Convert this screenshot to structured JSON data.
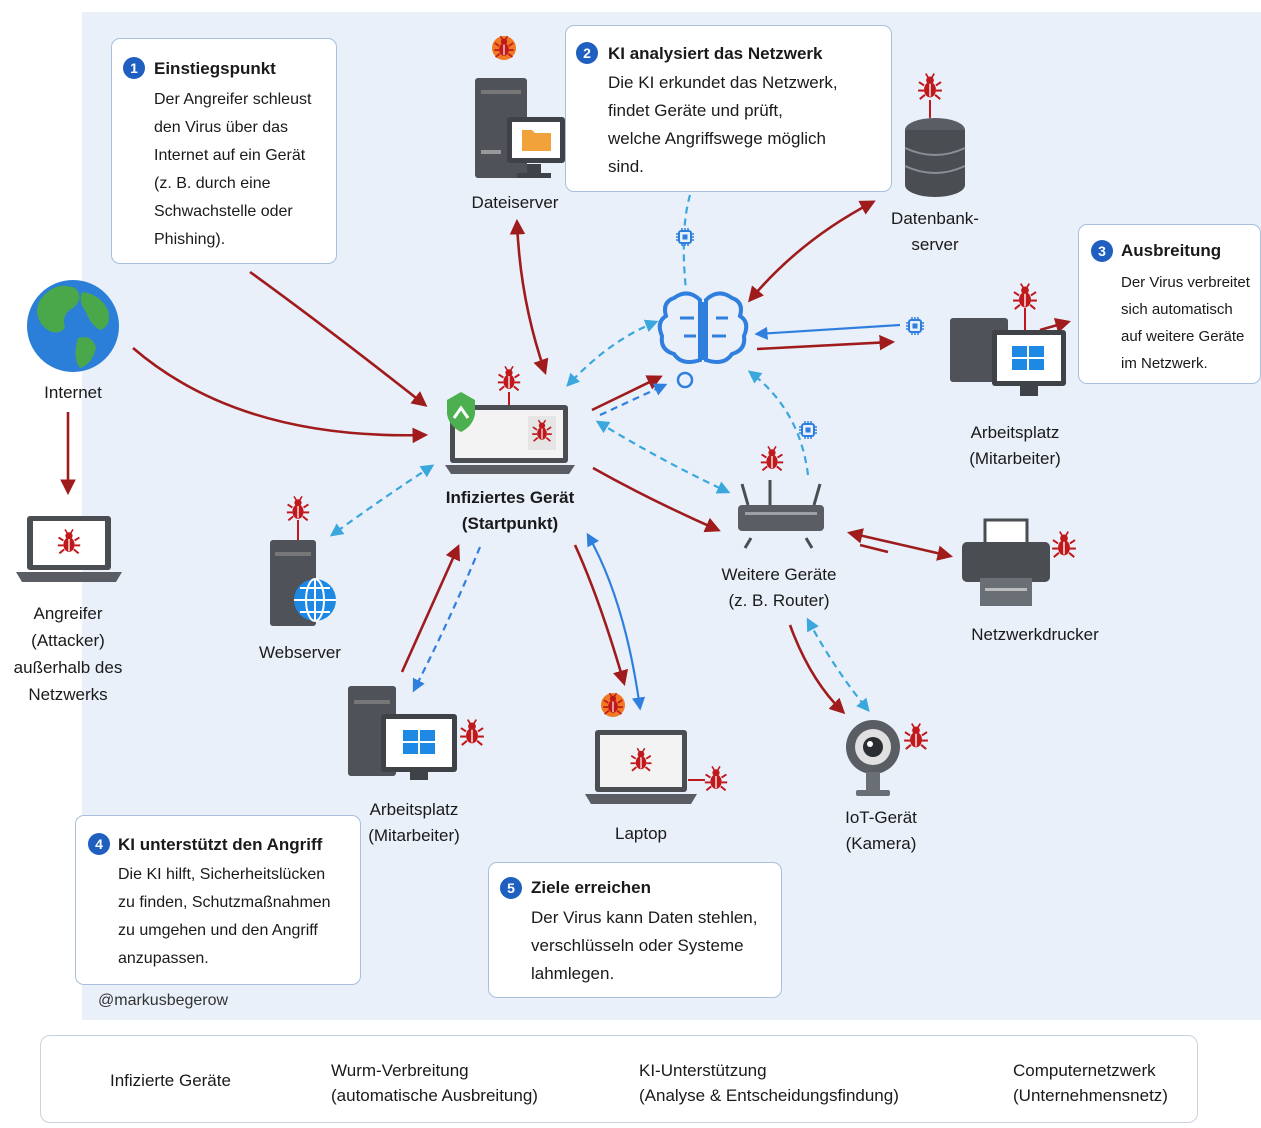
{
  "colors": {
    "worm": "#a01c1c",
    "ai": "#3aa7dd",
    "ai_dark": "#2f7fde",
    "network_bg": "#e9f0f9",
    "infected": "#c0181b",
    "step_badge": "#1f5fbf"
  },
  "callouts": [
    {
      "num": "1",
      "title": "Einstiegspunkt",
      "body": "Der Angreifer schleust\nden Virus über das\nInternet auf ein Gerät\n(z. B. durch eine\nSchwachstelle oder\nPhishing)."
    },
    {
      "num": "2",
      "title": "KI analysiert das Netzwerk",
      "body": "Die KI erkundet das Netzwerk,\nfindet Geräte und prüft,\nwelche Angriffswege möglich\nsind."
    },
    {
      "num": "3",
      "title": "Ausbreitung",
      "body": "Der Virus verbreitet\nsich automatisch\nauf weitere Geräte\nim Netzwerk."
    },
    {
      "num": "4",
      "title": "KI unterstützt den Angriff",
      "body": "Die KI hilft, Sicherheitslücken\nzu finden, Schutzmaßnahmen\nzu umgehen und den Angriff\nanzupassen."
    },
    {
      "num": "5",
      "title": "Ziele erreichen",
      "body": "Der Virus kann Daten stehlen,\nverschlüsseln oder Systeme\nlahmlegen."
    }
  ],
  "nodes": {
    "internet": "Internet",
    "attacker": "Angreifer\n(Attacker)\naußerhalb des\nNetzwerks",
    "fileserver": "Dateiserver",
    "dbserver": "Datenbank-\nserver",
    "infected": "Infiziertes Gerät\n(Startpunkt)",
    "workstation_right": "Arbeitsplatz\n(Mitarbeiter)",
    "webserver": "Webserver",
    "router": "Weitere Geräte\n(z. B. Router)",
    "printer": "Netzwerkdrucker",
    "workstation_bottom": "Arbeitsplatz\n(Mitarbeiter)",
    "laptop": "Laptop",
    "iot": "IoT-Gerät\n(Kamera)"
  },
  "credit": "@markusbegerow",
  "legend": [
    {
      "icon": "bug-icon",
      "text": "Infizierte Geräte"
    },
    {
      "icon": "worm-arrow-icon",
      "text": "Wurm-Verbreitung\n(automatische Ausbreitung)"
    },
    {
      "icon": "ai-arrow-icon",
      "text": "KI-Unterstützung\n(Analyse & Entscheidungsfindung)"
    },
    {
      "icon": "network-swatch",
      "text": "Computernetzwerk\n(Unternehmensnetz)"
    }
  ]
}
